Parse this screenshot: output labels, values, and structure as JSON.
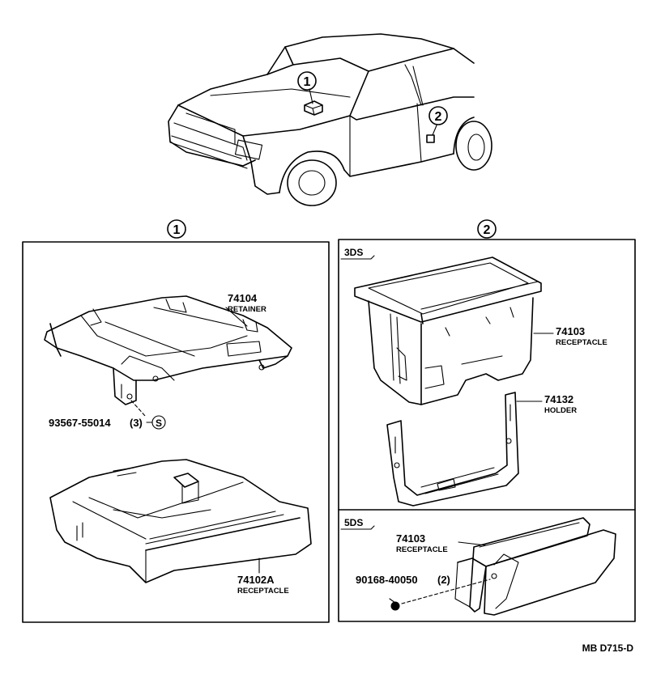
{
  "overview": {
    "callouts": [
      "1",
      "2"
    ]
  },
  "section1": {
    "marker": "1",
    "retainer": {
      "number": "74104",
      "name": "RETAINER"
    },
    "screw": {
      "number": "93567-55014",
      "qty": "(3)",
      "mark": "S"
    },
    "receptacle": {
      "number": "74102A",
      "name": "RECEPTACLE"
    }
  },
  "section2": {
    "marker": "2",
    "top": {
      "tag": "3DS",
      "receptacle": {
        "number": "74103",
        "name": "RECEPTACLE"
      },
      "holder": {
        "number": "74132",
        "name": "HOLDER"
      }
    },
    "bottom": {
      "tag": "5DS",
      "receptacle": {
        "number": "74103",
        "name": "RECEPTACLE"
      },
      "screw": {
        "number": "90168-40050",
        "qty": "(2)"
      }
    }
  },
  "diagram_code": "MB D715-D"
}
